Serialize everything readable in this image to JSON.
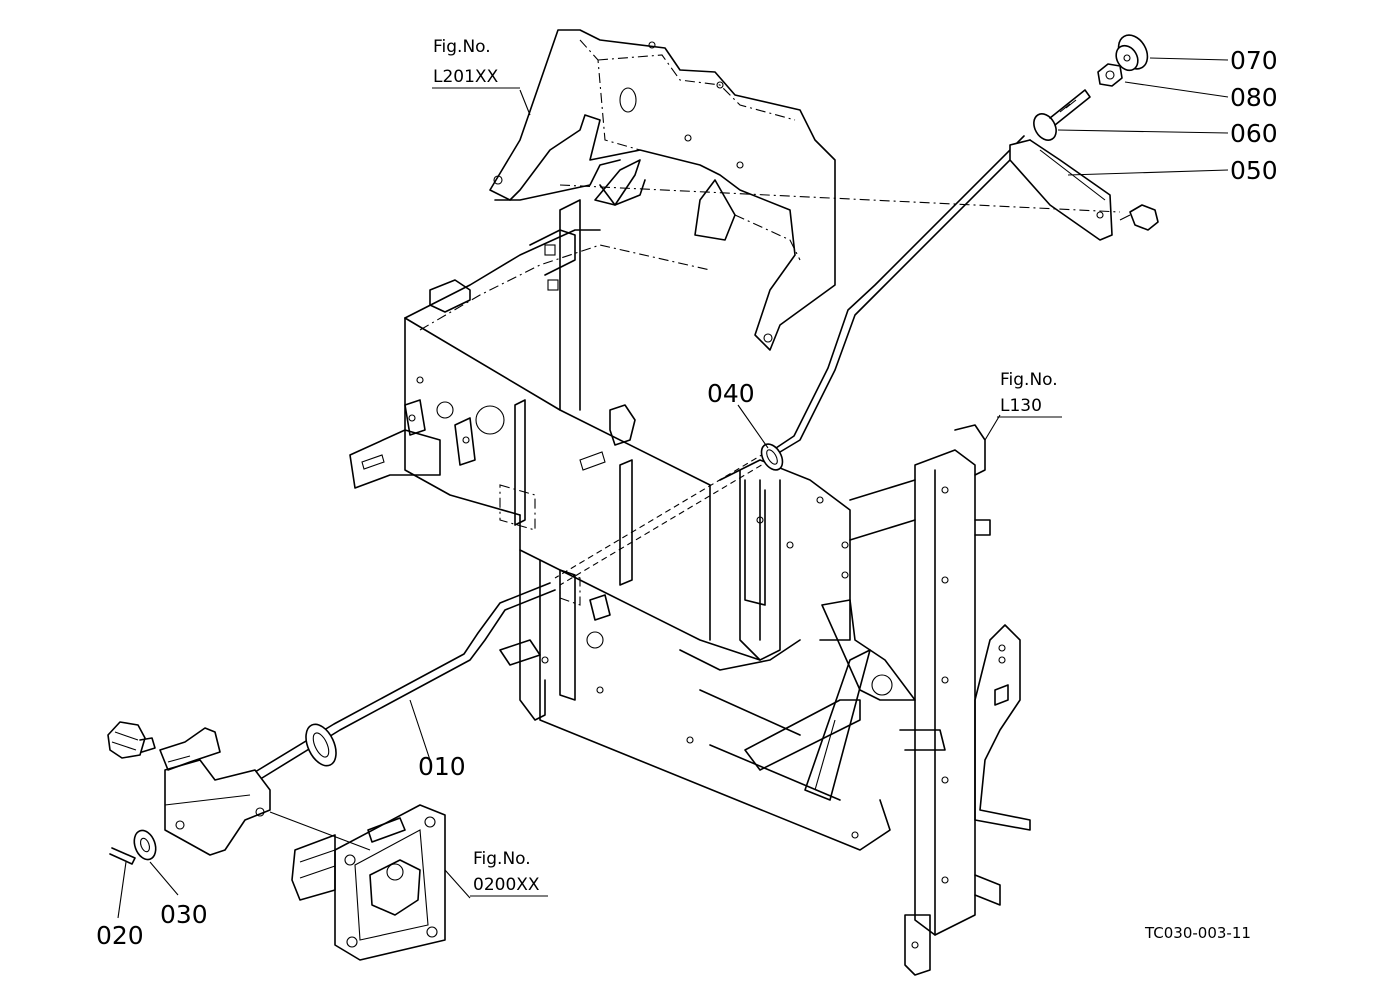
{
  "part_labels": [
    "010",
    "020",
    "030",
    "040",
    "050",
    "060",
    "070",
    "080"
  ],
  "figure_refs": [
    {
      "title": "Fig.No.",
      "number": "L201XX"
    },
    {
      "title": "Fig.No.",
      "number": "L130"
    },
    {
      "title": "Fig.No.",
      "number": "0200XX"
    }
  ],
  "drawing_code": "TC030-003-11"
}
